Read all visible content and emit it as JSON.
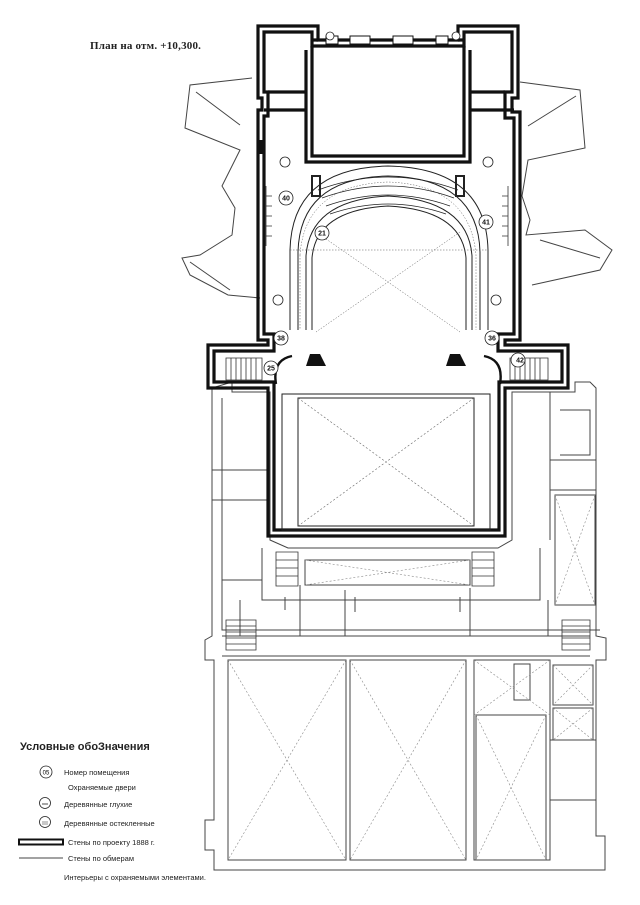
{
  "plan": {
    "title": "План на отм. +10,300.",
    "rooms": [
      "40",
      "41",
      "21",
      "38",
      "36",
      "25",
      "42"
    ]
  },
  "legend": {
    "title": "Условные обоЗначения",
    "room_symbol_sample": "05",
    "items": [
      "Номер помещения",
      "Охраняемые двери",
      "Деревянные глухие",
      "Деревянные остекленные",
      "Стены по проекту 1888 г.",
      "Стены по обмерам",
      "Интерьеры с охраняемыми элементами."
    ]
  }
}
